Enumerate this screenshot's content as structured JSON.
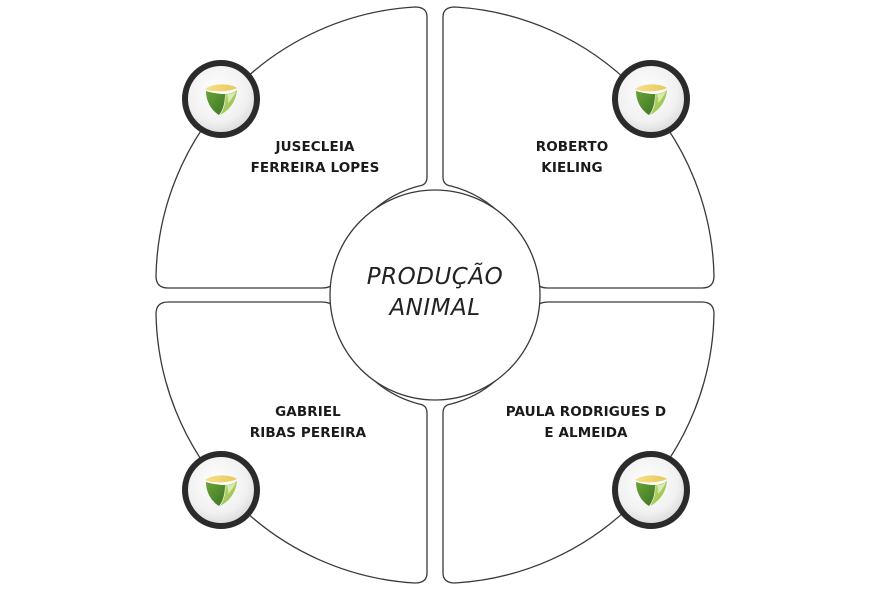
{
  "center": {
    "line1": "PRODUÇÃO",
    "line2": "ANIMAL"
  },
  "members": [
    {
      "line1": "JUSECLEIA",
      "line2": "FERREIRA LOPES",
      "icon": "shield-logo-icon"
    },
    {
      "line1": "ROBERTO",
      "line2": "KIELING",
      "icon": "shield-logo-icon"
    },
    {
      "line1": "GABRIEL",
      "line2": "RIBAS PEREIRA",
      "icon": "shield-logo-icon"
    },
    {
      "line1": "PAULA RODRIGUES D",
      "line2": "E ALMEIDA",
      "icon": "shield-logo-icon"
    }
  ],
  "colors": {
    "outline": "#3a3a3a",
    "badge_ring": "#2b2b2b",
    "logo_green_dark": "#4f8a2e",
    "logo_green_light": "#9cc64a",
    "logo_yellow": "#f0d66a"
  }
}
